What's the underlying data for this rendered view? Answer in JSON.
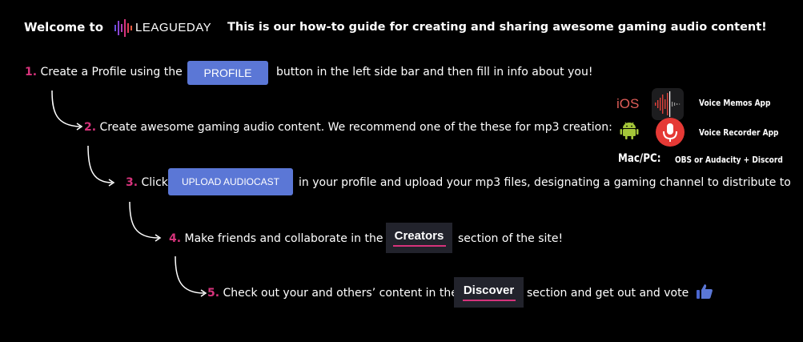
{
  "header": {
    "welcome": "Welcome to",
    "brand": "LEAGUEDAY",
    "tagline": "This is our how-to guide for creating and sharing awesome gaming audio content!"
  },
  "steps": [
    {
      "num": "1.",
      "before": "Create a Profile using the",
      "button": "PROFILE",
      "after": "button in the left side bar and then fill in info about you!"
    },
    {
      "num": "2.",
      "text": "Create awesome gaming audio content. We recommend one of the these for mp3 creation:"
    },
    {
      "num": "3.",
      "before": "Click",
      "button": "UPLOAD AUDIOCAST",
      "after": "in your profile and upload your mp3 files, designating a gaming channel to distribute to"
    },
    {
      "num": "4.",
      "before": "Make friends and collaborate in the",
      "button": "Creators",
      "after": "section of the site!"
    },
    {
      "num": "5.",
      "before": "Check out your and others’ content in the",
      "button": "Discover",
      "after": "section and get out and vote"
    }
  ],
  "apps": {
    "ios_label": "iOS",
    "voice_memos": "Voice Memos App",
    "voice_recorder": "Voice Recorder App",
    "mac_pc": "Mac/PC:",
    "mac_pc_tools": "OBS or Audacity + Discord"
  },
  "colors": {
    "accent_pink": "#d6337b",
    "button_blue": "#5b77d6",
    "dark_button": "#22232c"
  },
  "icons": [
    "leagueday-logo-icon",
    "ios-icon",
    "voice-memos-icon",
    "android-icon",
    "voice-recorder-icon",
    "thumbs-up-icon"
  ]
}
